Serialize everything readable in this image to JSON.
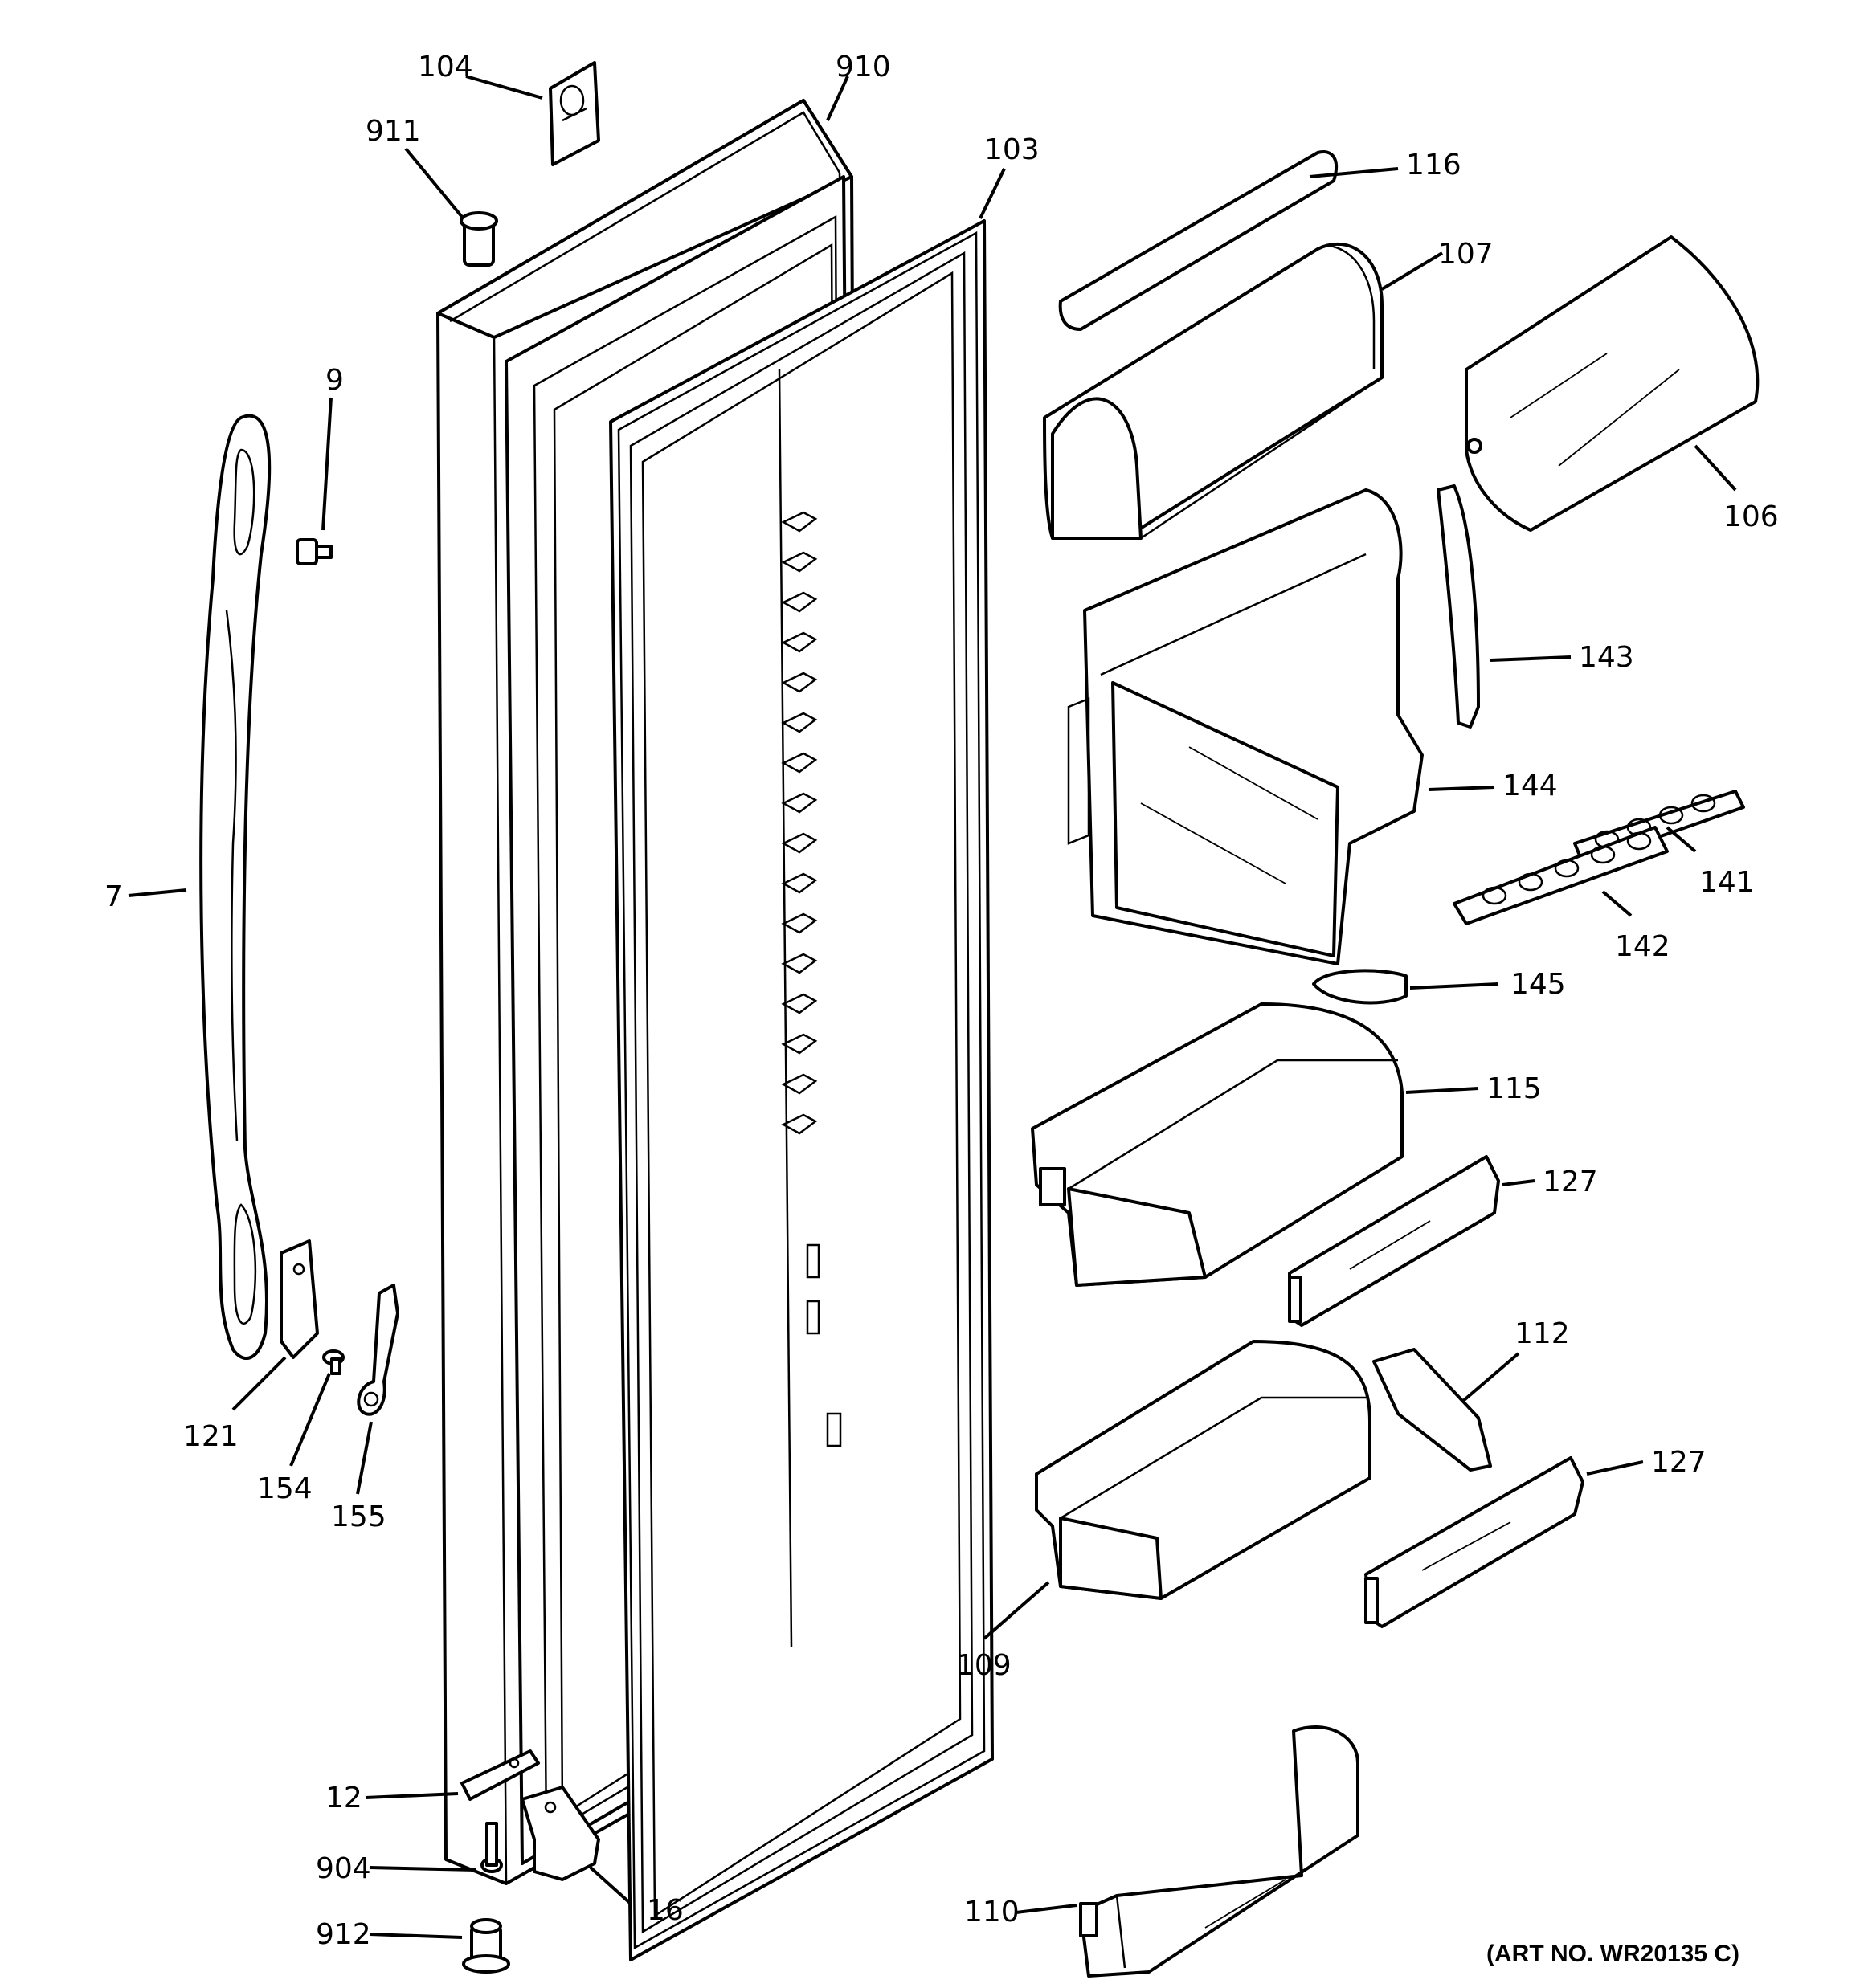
{
  "diagram": {
    "callouts": [
      {
        "id": "104",
        "text": "104"
      },
      {
        "id": "910",
        "text": "910"
      },
      {
        "id": "911",
        "text": "911"
      },
      {
        "id": "103",
        "text": "103"
      },
      {
        "id": "116",
        "text": "116"
      },
      {
        "id": "107",
        "text": "107"
      },
      {
        "id": "106",
        "text": "106"
      },
      {
        "id": "9",
        "text": "9"
      },
      {
        "id": "143",
        "text": "143"
      },
      {
        "id": "144",
        "text": "144"
      },
      {
        "id": "141",
        "text": "141"
      },
      {
        "id": "142",
        "text": "142"
      },
      {
        "id": "145",
        "text": "145"
      },
      {
        "id": "7",
        "text": "7"
      },
      {
        "id": "115",
        "text": "115"
      },
      {
        "id": "127a",
        "text": "127"
      },
      {
        "id": "112",
        "text": "112"
      },
      {
        "id": "127b",
        "text": "127"
      },
      {
        "id": "121",
        "text": "121"
      },
      {
        "id": "154",
        "text": "154"
      },
      {
        "id": "155",
        "text": "155"
      },
      {
        "id": "109",
        "text": "109"
      },
      {
        "id": "12",
        "text": "12"
      },
      {
        "id": "904",
        "text": "904"
      },
      {
        "id": "16",
        "text": "16"
      },
      {
        "id": "912",
        "text": "912"
      },
      {
        "id": "110",
        "text": "110"
      }
    ],
    "art_number": "(ART NO. WR20135 C)"
  }
}
